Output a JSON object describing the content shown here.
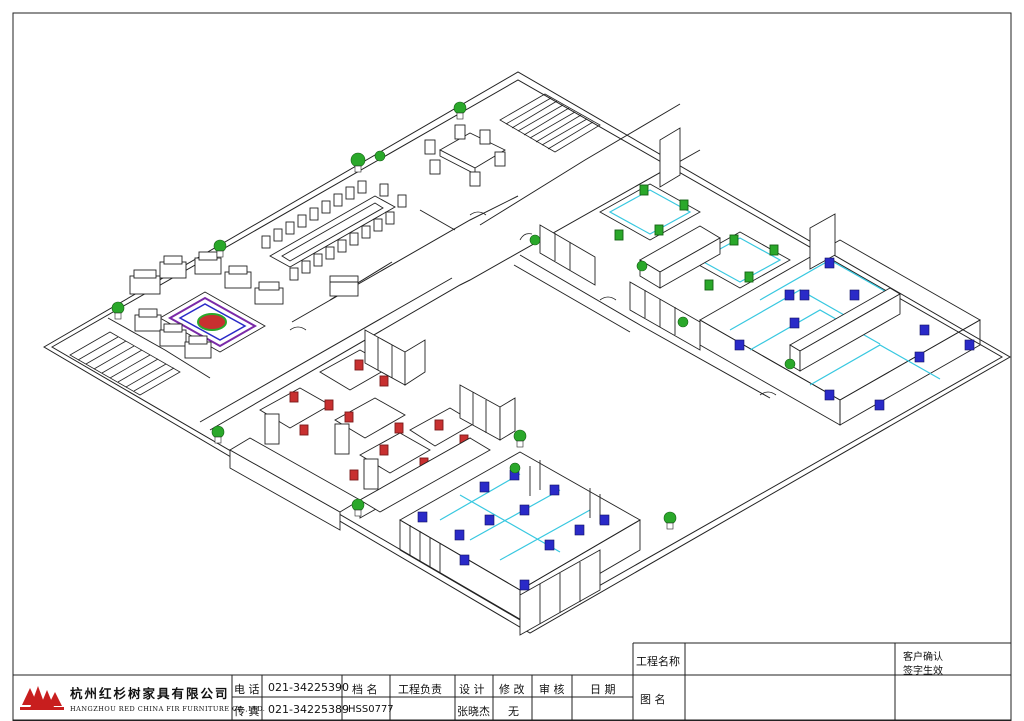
{
  "title_block": {
    "company_cn": "杭州红杉树家具有限公司",
    "company_en": "HANGZHOU RED CHINA FIR FURNITURE CO.,LTD.",
    "tel_label": "电 话",
    "tel_value": "021-34225390",
    "fax_label": "传 真",
    "fax_value": "021-34225389",
    "file_label": "档 名",
    "file_value": "HSS0777",
    "project_lead_label": "工程负责",
    "design_label": "设 计",
    "design_value": "张晓杰",
    "revision_label": "修 改",
    "revision_value": "无",
    "review_label": "审 核",
    "date_label": "日 期",
    "project_name_label": "工程名称",
    "drawing_name_label": "图  名",
    "customer_confirm": "客户确认",
    "signature_effective": "签字生效"
  },
  "colors": {
    "line": "#222222",
    "chair_blue": "#2a2ac8",
    "partition_cyan": "#38c8e0",
    "chair_red": "#c83030",
    "plant_green": "#2aa82a",
    "carpet_purple": "#7a2aa8"
  }
}
